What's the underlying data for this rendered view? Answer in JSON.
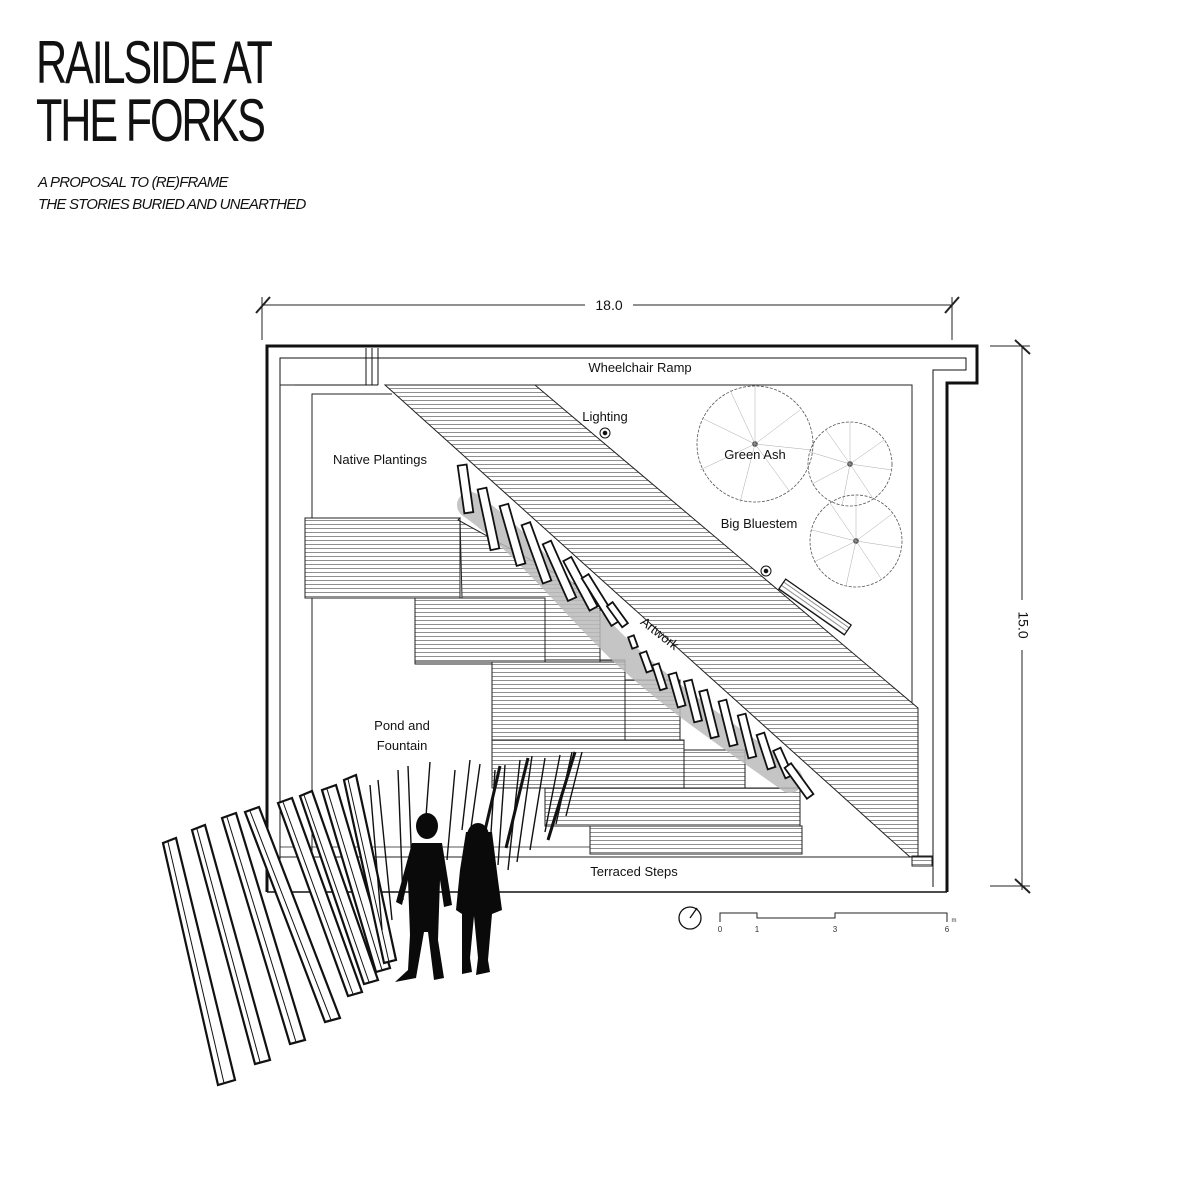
{
  "title": {
    "line1": "RAILSIDE AT",
    "line2": "THE FORKS"
  },
  "subtitle": {
    "line1": "A PROPOSAL TO (RE)FRAME",
    "line2": "THE STORIES BURIED AND UNEARTHED"
  },
  "dimensions": {
    "width": "18.0",
    "height": "15.0"
  },
  "labels": {
    "wheelchair_ramp": "Wheelchair Ramp",
    "lighting": "Lighting",
    "green_ash": "Green Ash",
    "native_plantings": "Native Plantings",
    "big_bluestem": "Big Bluestem",
    "artwork": "Artwork",
    "pond_line1": "Pond and",
    "pond_line2": "Fountain",
    "terraced_steps": "Terraced Steps"
  },
  "scale_bar": {
    "ticks": [
      "0",
      "1",
      "3",
      "6"
    ],
    "unit": "m"
  },
  "icons": [
    "north-arrow-icon",
    "lighting-fixture-icon",
    "tree-icon",
    "person-silhouette-icon"
  ]
}
